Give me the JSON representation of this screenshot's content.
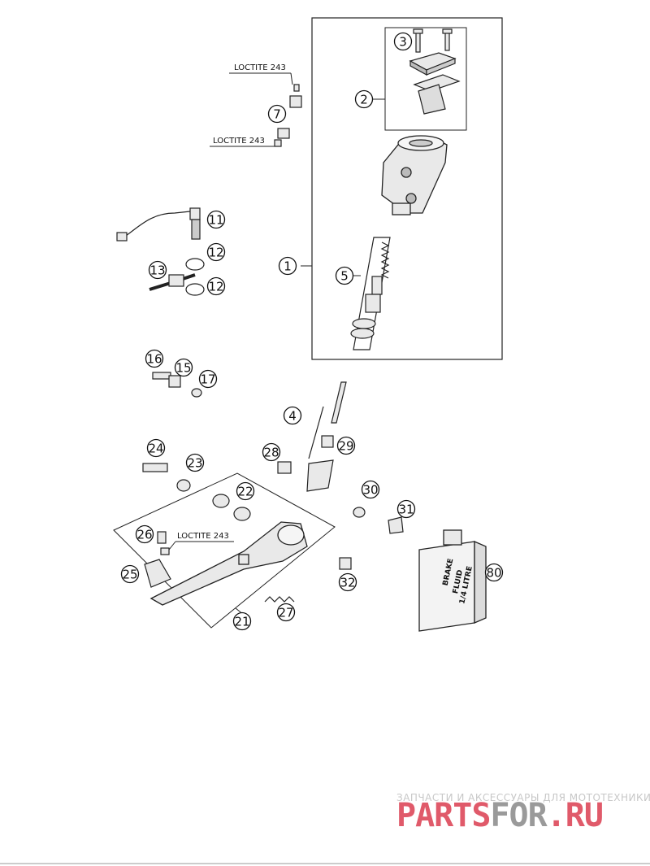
{
  "diagram": {
    "callouts": [
      {
        "id": "1",
        "label": "1"
      },
      {
        "id": "2",
        "label": "2"
      },
      {
        "id": "3",
        "label": "3"
      },
      {
        "id": "4",
        "label": "4"
      },
      {
        "id": "5",
        "label": "5"
      },
      {
        "id": "7",
        "label": "7"
      },
      {
        "id": "11",
        "label": "11"
      },
      {
        "id": "12a",
        "label": "12"
      },
      {
        "id": "12b",
        "label": "12"
      },
      {
        "id": "13",
        "label": "13"
      },
      {
        "id": "15",
        "label": "15"
      },
      {
        "id": "16",
        "label": "16"
      },
      {
        "id": "17",
        "label": "17"
      },
      {
        "id": "21",
        "label": "21"
      },
      {
        "id": "22",
        "label": "22"
      },
      {
        "id": "23",
        "label": "23"
      },
      {
        "id": "24",
        "label": "24"
      },
      {
        "id": "25",
        "label": "25"
      },
      {
        "id": "26",
        "label": "26"
      },
      {
        "id": "27",
        "label": "27"
      },
      {
        "id": "28",
        "label": "28"
      },
      {
        "id": "29",
        "label": "29"
      },
      {
        "id": "30",
        "label": "30"
      },
      {
        "id": "31",
        "label": "31"
      },
      {
        "id": "32",
        "label": "32"
      },
      {
        "id": "80",
        "label": "80"
      }
    ],
    "loctite_labels": [
      "LOCTITE 243",
      "LOCTITE 243",
      "LOCTITE 243"
    ],
    "fluid_can_lines": [
      "BRAKE",
      "FLUID",
      "1/4 LITRE"
    ]
  },
  "watermark": {
    "tagline": "ЗАПЧАСТИ И АКСЕССУАРЫ ДЛЯ МОТОТЕХНИКИ",
    "brand_red": "PARTS",
    "brand_gray": "FOR",
    "brand_tld": ".RU",
    "colors": {
      "red": "#e05a6a",
      "gray": "#9a9a9a",
      "tagline": "#c8c8c8"
    }
  },
  "colors": {
    "line": "#222222",
    "part_fill": "#e9e9e9",
    "part_dark": "#9a9a9a"
  }
}
